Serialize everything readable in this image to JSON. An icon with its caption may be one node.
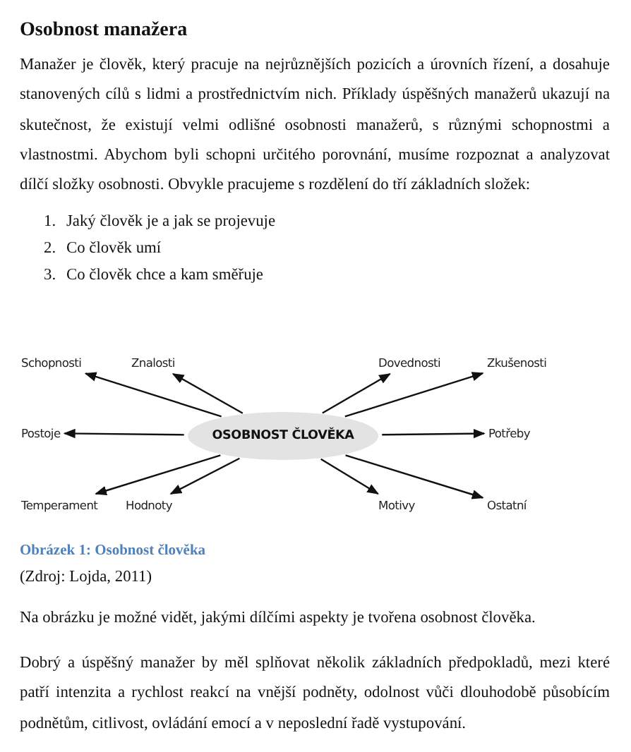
{
  "diagram": {
    "title": "Osobnost manažera",
    "caption": "Obrázek 1: Osobnost člověka",
    "nodes": [
      {
        "text": [
          "OSOBNOST ČLOVĚKA"
        ]
      },
      {
        "text": [
          "Schopnosti"
        ]
      },
      {
        "text": [
          "Znalosti"
        ]
      },
      {
        "text": [
          "Dovednosti"
        ]
      },
      {
        "text": [
          "Zkušenosti"
        ]
      },
      {
        "text": [
          "Postoje"
        ]
      },
      {
        "text": [
          "Potřeby"
        ]
      },
      {
        "text": [
          "Temperament"
        ]
      },
      {
        "text": [
          "Hodnoty"
        ]
      },
      {
        "text": [
          "Motivy"
        ]
      },
      {
        "text": [
          "Ostatní"
        ]
      }
    ],
    "edges": [
      {
        "from": 0,
        "to": 1,
        "arrow": "to"
      },
      {
        "from": 0,
        "to": 2,
        "arrow": "to"
      },
      {
        "from": 0,
        "to": 3,
        "arrow": "to"
      },
      {
        "from": 0,
        "to": 4,
        "arrow": "to"
      },
      {
        "from": 0,
        "to": 5,
        "arrow": "to"
      },
      {
        "from": 0,
        "to": 6,
        "arrow": "to"
      },
      {
        "from": 0,
        "to": 7,
        "arrow": "to"
      },
      {
        "from": 0,
        "to": 8,
        "arrow": "to"
      },
      {
        "from": 0,
        "to": 9,
        "arrow": "to"
      },
      {
        "from": 0,
        "to": 10,
        "arrow": "to"
      }
    ],
    "labels": [
      "Manažer je člověk, který pracuje na nejrůznějších pozicích a úrovních řízení, a dosahuje stanovených cílů s lidmi a prostřednictvím nich. Příklady úspěšných manažerů ukazují na skutečnost, že existují velmi odlišné osobnosti manažerů, s různými schopnostmi a vlastnostmi. Abychom byli schopni určitého porovnání, musíme rozpoznat a analyzovat dílčí složky osobnosti. Obvykle pracujeme s rozdělení do tří základních složek:",
      "1.",
      "Jaký člověk je a jak se projevuje",
      "2.",
      "Co člověk umí",
      "3.",
      "Co člověk chce a kam směřuje",
      "(Zdroj: Lojda, 2011)",
      "Na obrázku je možné vidět, jakými dílčími aspekty je tvořena osobnost člověka.",
      "Dobrý a úspěšný manažer by měl splňovat několik základních předpokladů, mezi které patří intenzita a rychlost reakcí na vnější podněty, odolnost vůči dlouhodobě působícím podnětům, citlivost, ovládání emocí a v neposlední řadě vystupování."
    ]
  }
}
